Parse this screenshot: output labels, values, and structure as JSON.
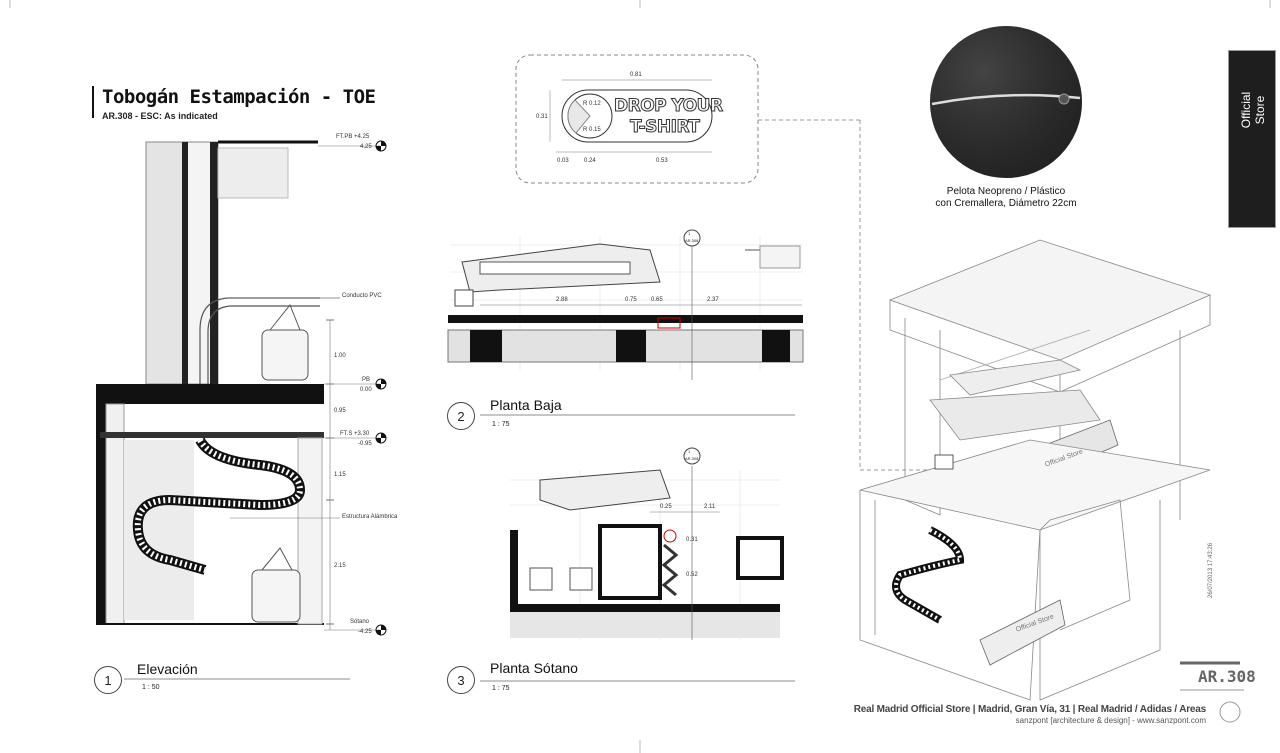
{
  "sheet": {
    "title": "Tobogán Estampación - TOE",
    "subtitle": "AR.308  -  ESC: As indicated",
    "sheet_number": "AR.308",
    "revision_date": "26/07/2013 17:43:26"
  },
  "elevation": {
    "labels": {
      "conducto": "Conducto PVC",
      "estructura": "Estructura Alámbrica"
    },
    "levels": [
      {
        "name": "FT.PB +4.25",
        "value": "4.25"
      },
      {
        "name": "PB",
        "value": "0.00"
      },
      {
        "name": "FT.S +3.30",
        "value": "-0.95"
      },
      {
        "name": "Sótano",
        "value": "-4.25"
      }
    ],
    "dimensions": [
      "1.00",
      "0.95",
      "1.15",
      "2.15"
    ],
    "view": {
      "number": "1",
      "name": "Elevación",
      "scale": "1 : 50"
    }
  },
  "sign_detail": {
    "text_line1": "DROP YOUR",
    "text_line2": "T-SHIRT",
    "dims": {
      "width": "0.81",
      "height": "0.31",
      "r1": "R 0.12",
      "r2": "R 0.15",
      "d1": "0.03",
      "d2": "0.24",
      "d3": "0.53"
    }
  },
  "planta_baja": {
    "view": {
      "number": "2",
      "name": "Planta Baja",
      "scale": "1 : 75"
    },
    "dims": [
      "2.88",
      "0.75",
      "0.65",
      "2.37"
    ],
    "section_tag": {
      "num": "1",
      "sheet": "AR.308"
    }
  },
  "planta_sotano": {
    "view": {
      "number": "3",
      "name": "Planta Sótano",
      "scale": "1 : 75"
    },
    "dims": [
      "0.25",
      "2.11",
      "0.31",
      "0.52"
    ],
    "section_tag": {
      "num": "1",
      "sheet": "AR.308"
    }
  },
  "ball": {
    "caption_line1": "Pelota Neopreno / Plástico",
    "caption_line2": "con Cremallera, Diámetro 22cm"
  },
  "store_tab": {
    "line1": "Official",
    "line2": "Store"
  },
  "footer": {
    "line1": "Real Madrid Official Store  | Madrid, Gran Vía, 31  | Real Madrid / Adidas / Areas",
    "line2": "sanzpont [architecture & design] - www.sanzpont.com"
  },
  "iso_labels": {
    "store1": "Official Store",
    "store2": "Official Store"
  }
}
